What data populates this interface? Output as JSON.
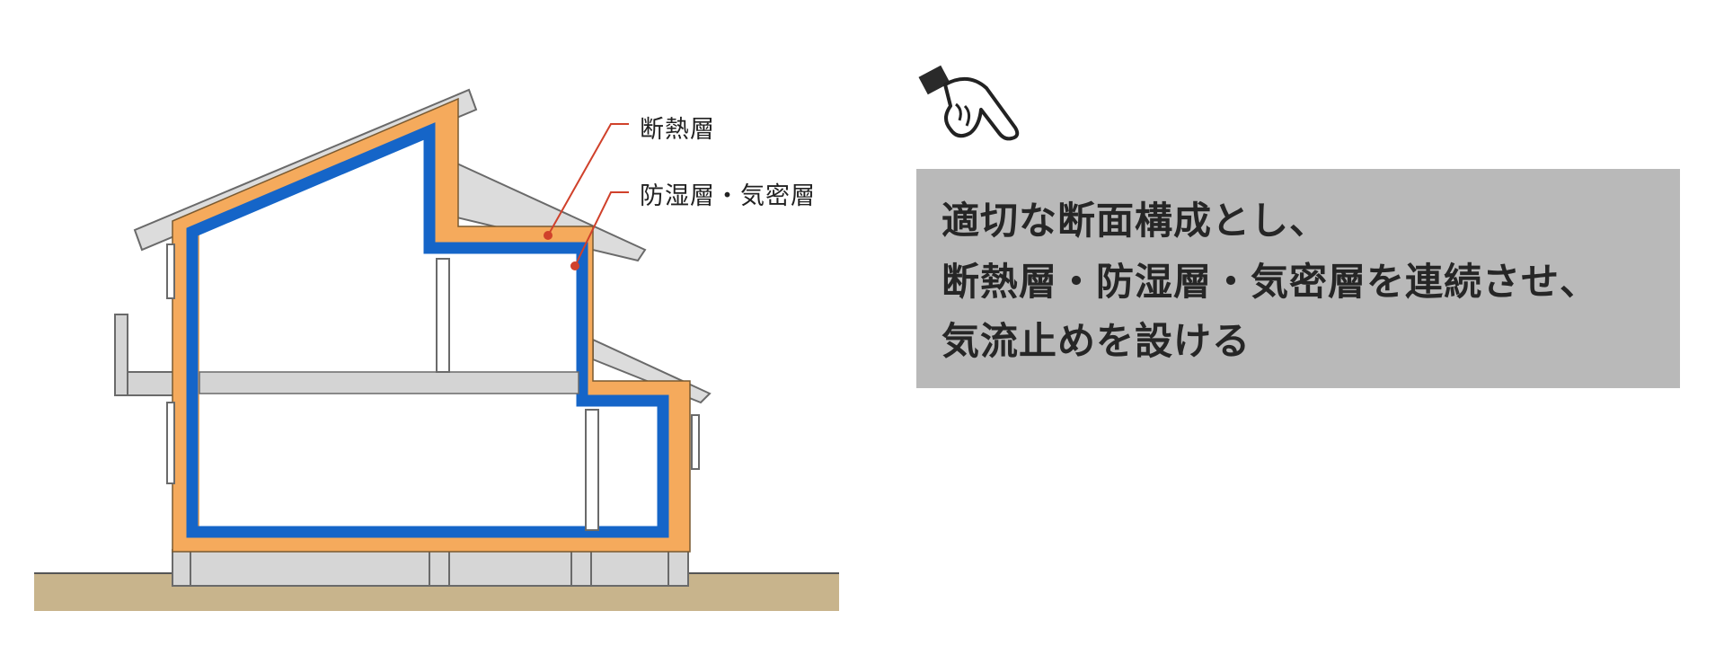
{
  "labels": {
    "insulation": "断熱層",
    "vapor_air": "防湿層・気密層"
  },
  "message": {
    "line1": "適切な断面構成とし、",
    "line2": "断熱層・防湿層・気密層を連続させ、",
    "line3": "気流止めを設ける"
  },
  "icons": {
    "pointer": "pointing-hand-icon"
  },
  "colors": {
    "insulation": "#f5aa5c",
    "vapor_air": "#1565c8",
    "leader": "#d0412b",
    "ground": "#c8b48c",
    "structure": "#cfcfcf",
    "message_bg": "#b9b9b9"
  }
}
